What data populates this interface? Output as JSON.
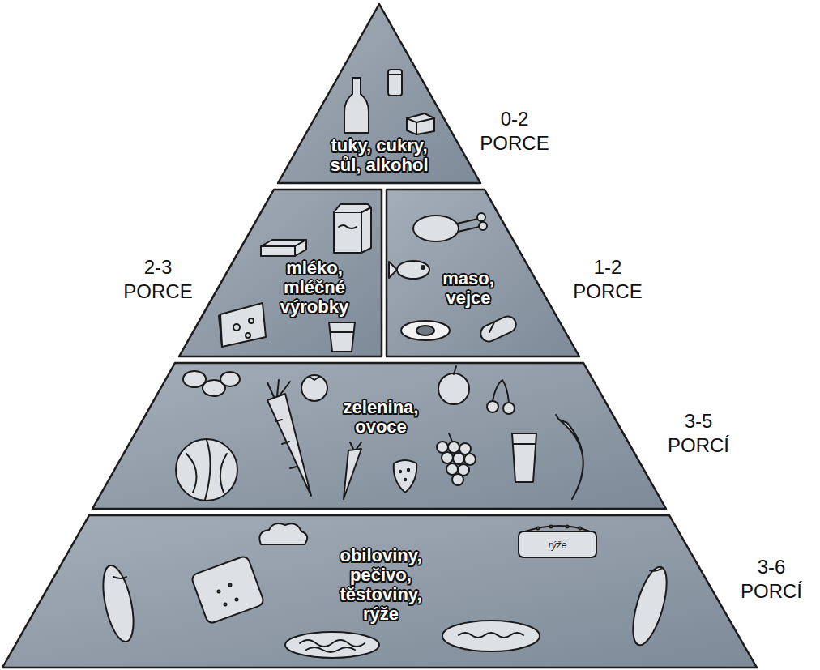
{
  "diagram": {
    "nodes": [
      {
        "text": [
          "tuky, cukry, sůl, alkohol",
          "0-2 PORCE"
        ]
      },
      {
        "text": [
          "mléko, mléčné výrobky",
          "2-3 PORCE"
        ]
      },
      {
        "text": [
          "maso, vejce",
          "1-2 PORCE"
        ]
      },
      {
        "text": [
          "zelenina, ovoce",
          "3-5 PORCÍ"
        ]
      },
      {
        "text": [
          "obiloviny, pečivo, těstoviny, rýže",
          "3-6 PORCÍ"
        ]
      }
    ],
    "labels": [
      "rýže"
    ]
  }
}
